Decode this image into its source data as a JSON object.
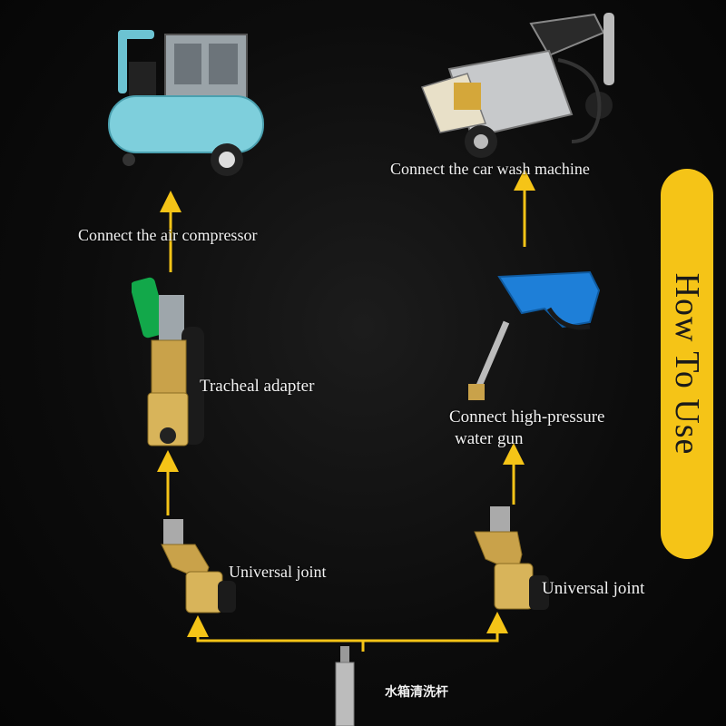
{
  "banner": {
    "title": "How To Use"
  },
  "steps": {
    "air_compressor": "Connect the air compressor",
    "car_wash_machine": "Connect the car wash machine",
    "tracheal_adapter": "Tracheal adapter",
    "water_gun_line1": "Connect high-pressure",
    "water_gun_line2": "water gun",
    "universal_joint_left": "Universal joint",
    "universal_joint_right": "Universal joint",
    "cleaning_rod": "水箱清洗杆"
  },
  "colors": {
    "accent": "#f5c417",
    "compressor_tank": "#7ecfdc",
    "gun_blue": "#1e7fd8",
    "brass": "#c9a24a",
    "valve_green": "#12a84a"
  }
}
